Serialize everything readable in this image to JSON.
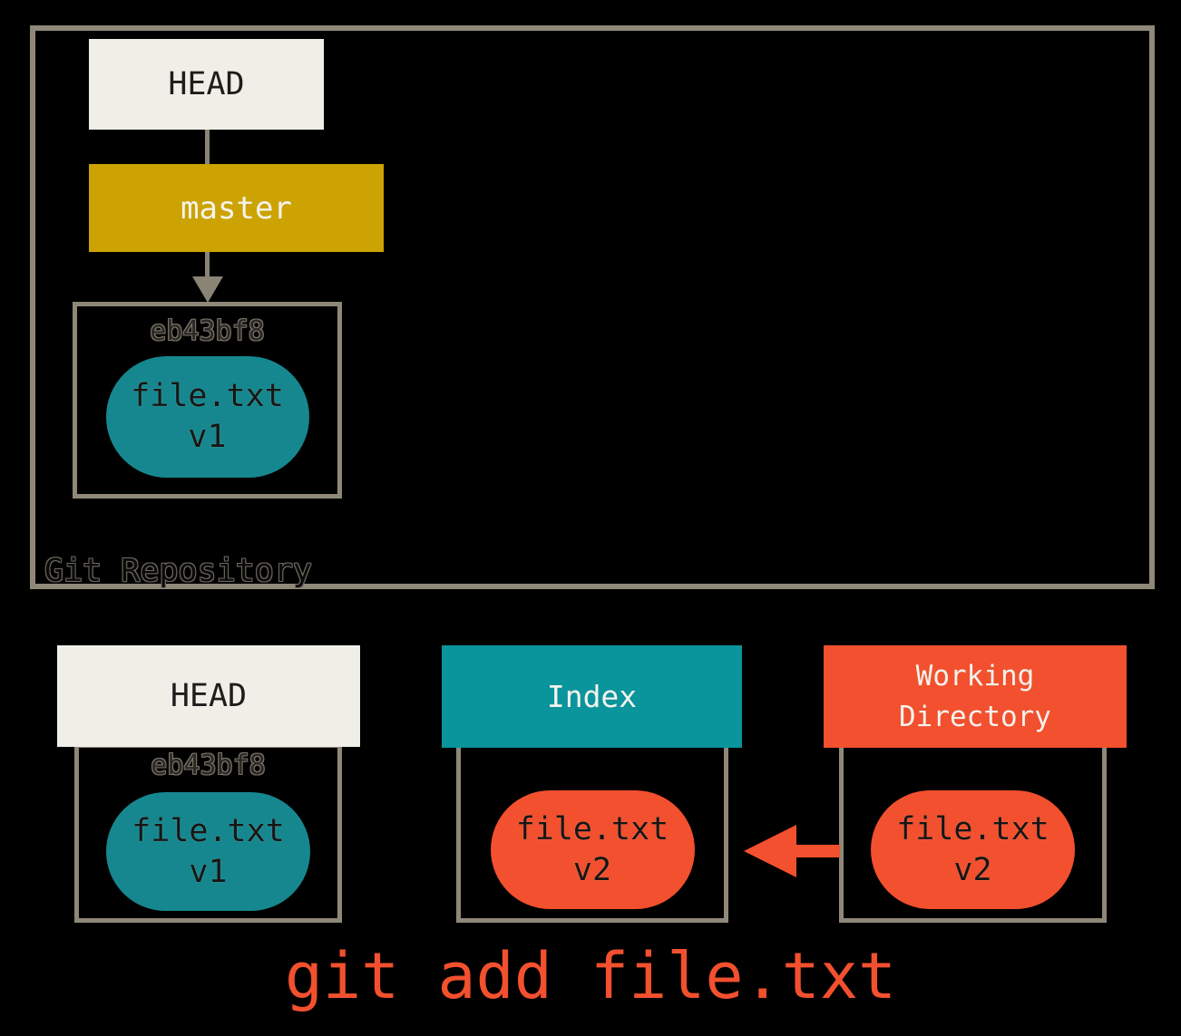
{
  "repository": {
    "label": "Git Repository",
    "head": "HEAD",
    "branch": "master",
    "commit_hash": "eb43bf8",
    "commit_file": "file.txt",
    "commit_version": "v1"
  },
  "columns": {
    "head": {
      "title": "HEAD",
      "hash": "eb43bf8",
      "file": "file.txt",
      "version": "v1"
    },
    "index": {
      "title": "Index",
      "file": "file.txt",
      "version": "v2"
    },
    "working": {
      "title_line1": "Working",
      "title_line2": "Directory",
      "file": "file.txt",
      "version": "v2"
    }
  },
  "caption": "git add file.txt",
  "colors": {
    "cream": "#F0EFE7",
    "gold": "#CCA303",
    "teal": "#0A949C",
    "teal_blob": "#17878F",
    "orange": "#F2502E",
    "border_gray": "#8F8879",
    "line_gray": "#8A8376",
    "hash_oc": "#7B756A",
    "label_oc": "#6E6960"
  }
}
